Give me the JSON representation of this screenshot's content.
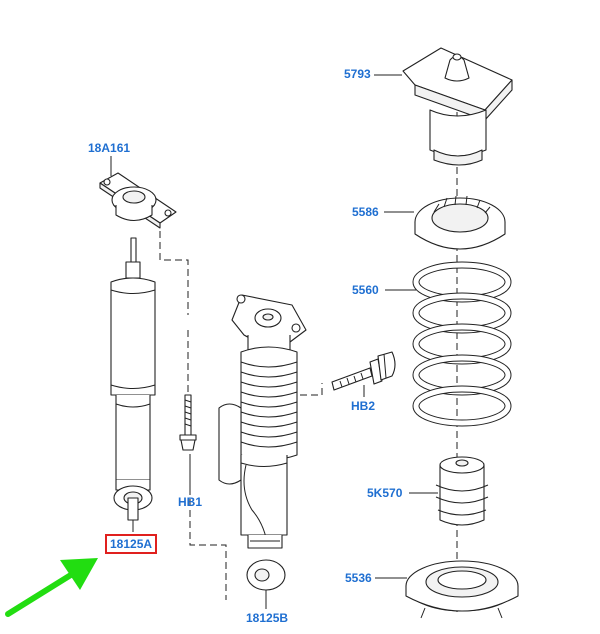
{
  "parts": [
    {
      "id": "5793",
      "name": "Upper spring seat"
    },
    {
      "id": "5586",
      "name": "Spring insulator"
    },
    {
      "id": "5560",
      "name": "Coil spring"
    },
    {
      "id": "5K570",
      "name": "Bump stop"
    },
    {
      "id": "5536",
      "name": "Lower spring seat"
    },
    {
      "id": "18A161",
      "name": "Upper mount"
    },
    {
      "id": "18125A",
      "name": "Shock absorber",
      "highlighted": true
    },
    {
      "id": "HB1",
      "name": "Bolt"
    },
    {
      "id": "HB2",
      "name": "Bolt"
    },
    {
      "id": "18125B",
      "name": "Shock absorber"
    }
  ],
  "colors": {
    "label": "#1f6fd1",
    "highlight_box": "#e0201e",
    "arrow": "#22dd11",
    "line": "#222222"
  }
}
